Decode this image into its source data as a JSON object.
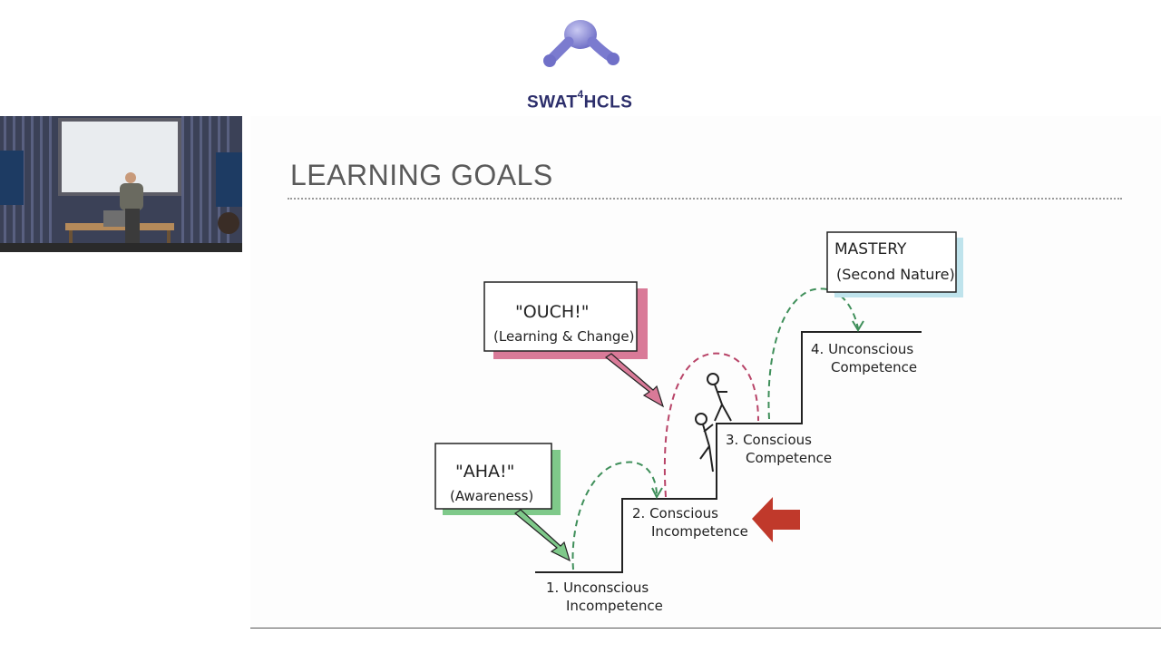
{
  "logo": {
    "prefix": "SWAT",
    "superscript": "4",
    "suffix": "HCLS",
    "colors": {
      "text": "#2c2e6b",
      "mark": "#8f8fd6"
    }
  },
  "video": {
    "icon": "presenter-video-thumbnail"
  },
  "slide": {
    "title": "LEARNING GOALS",
    "callouts": {
      "mastery": {
        "line1": "MASTERY",
        "line2": "(Second Nature)",
        "color": "#bfe3ec"
      },
      "ouch": {
        "line1": "\"OUCH!\"",
        "line2": "(Learning & Change)",
        "color": "#d97a98"
      },
      "aha": {
        "line1": "\"AHA!\"",
        "line2": "(Awareness)",
        "color": "#7fc98a"
      }
    },
    "steps": [
      {
        "line1": "1. Unconscious",
        "line2": "Incompetence"
      },
      {
        "line1": "2. Conscious",
        "line2": "Incompetence"
      },
      {
        "line1": "3. Conscious",
        "line2": "Competence"
      },
      {
        "line1": "4. Unconscious",
        "line2": "Competence"
      }
    ],
    "marker_color": "#c0392b"
  }
}
